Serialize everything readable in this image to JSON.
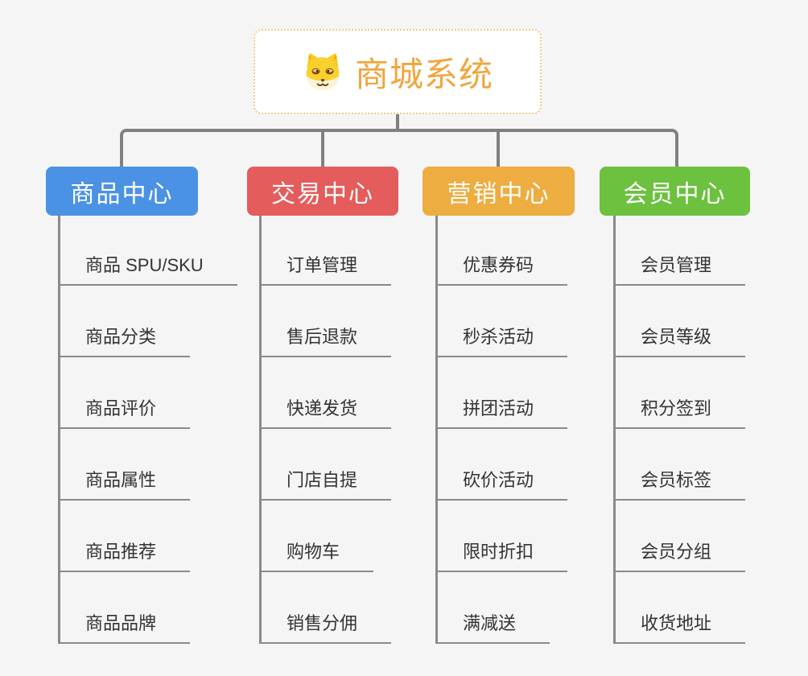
{
  "background": "#f5f5f6",
  "connector_color": "#808080",
  "root": {
    "title": "商城系统",
    "icon": "dog-icon",
    "text_color": "#f0a63e",
    "border_color": "#f3c983"
  },
  "branches": [
    {
      "title": "商品中心",
      "color": "#4b92e4",
      "items": [
        "商品 SPU/SKU",
        "商品分类",
        "商品评价",
        "商品属性",
        "商品推荐",
        "商品品牌"
      ]
    },
    {
      "title": "交易中心",
      "color": "#e45c5c",
      "items": [
        "订单管理",
        "售后退款",
        "快递发货",
        "门店自提",
        "购物车",
        "销售分佣"
      ]
    },
    {
      "title": "营销中心",
      "color": "#eead40",
      "items": [
        "优惠券码",
        "秒杀活动",
        "拼团活动",
        "砍价活动",
        "限时折扣",
        "满减送"
      ]
    },
    {
      "title": "会员中心",
      "color": "#6cc13f",
      "items": [
        "会员管理",
        "会员等级",
        "积分签到",
        "会员标签",
        "会员分组",
        "收货地址"
      ]
    }
  ]
}
